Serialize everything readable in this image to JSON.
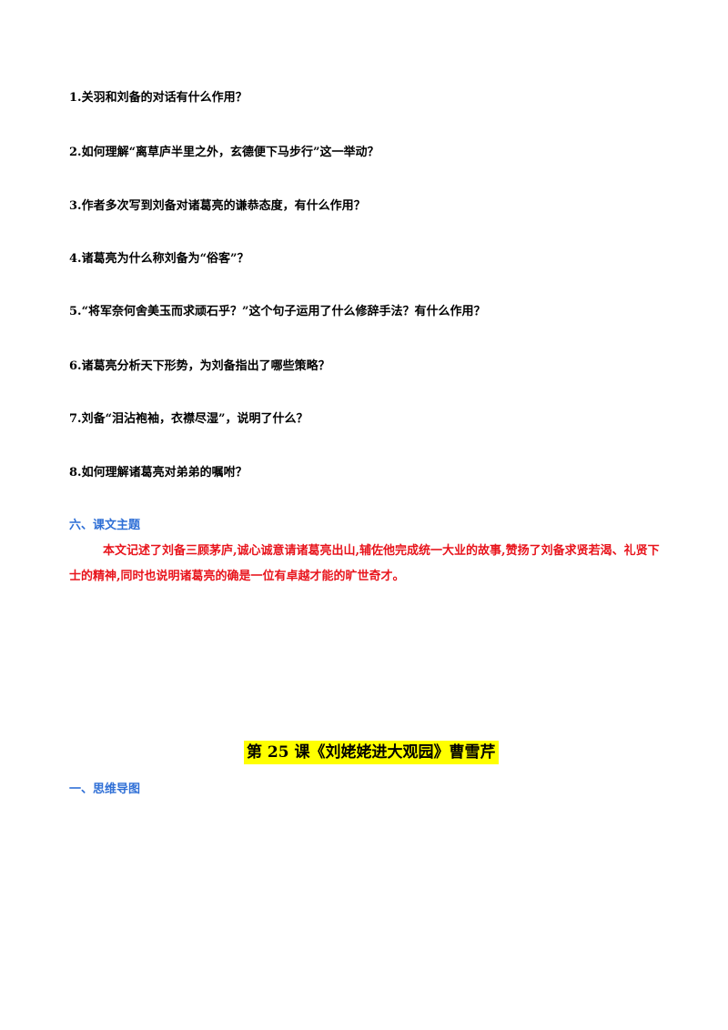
{
  "questions": [
    "1.关羽和刘备的对话有什么作用？",
    "2.如何理解“离草庐半里之外，玄德便下马步行”这一举动？",
    "3.作者多次写到刘备对诸葛亮的谦恭态度，有什么作用？",
    "4.诸葛亮为什么称刘备为“俗客”？",
    "5.“将军奈何舍美玉而求顽石乎？”这个句子运用了什么修辞手法？有什么作用？",
    "6.诸葛亮分析天下形势，为刘备指出了哪些策略？",
    "7.刘备“泪沾袍袖，衣襟尽湿”，说明了什么？",
    "8.如何理解诸葛亮对弟弟的嘱咐？"
  ],
  "theme_section": {
    "heading": "六、课文主题",
    "text": "本文记述了刘备三顾茅庐,诚心诚意请诸葛亮出山,辅佐他完成统一大业的故事,赞扬了刘备求贤若渴、礼贤下士的精神,同时也说明诸葛亮的确是一位有卓越才能的旷世奇才。"
  },
  "lesson": {
    "title": "第 25 课《刘姥姥进大观园》曹雪芹",
    "mindmap_heading": "一、思维导图"
  },
  "colors": {
    "heading_blue": "#2f6fd6",
    "theme_red": "#e8141c",
    "highlight_yellow": "#ffff00"
  }
}
